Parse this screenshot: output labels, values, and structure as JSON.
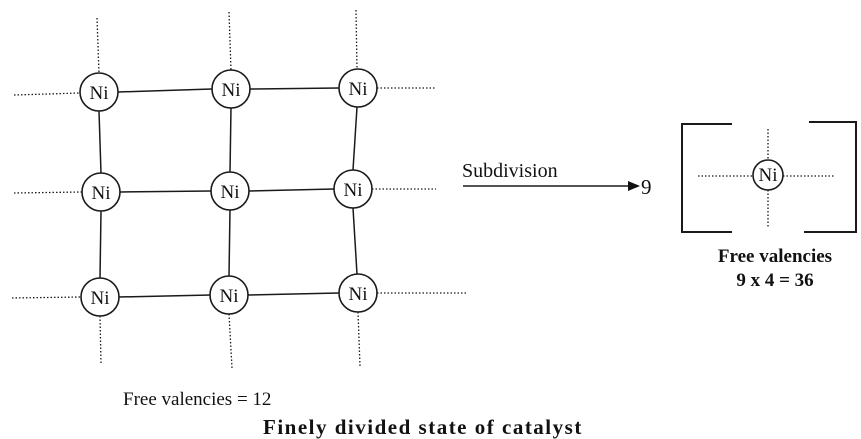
{
  "diagram": {
    "atom_label": "Ni",
    "arrow_label": "Subdivision",
    "multiplier": "9",
    "left_caption": "Free valencies = 12",
    "right_caption_line1": "Free valencies",
    "right_caption_line2": "9 x 4 = 36",
    "title": "Finely divided state of catalyst",
    "grid": {
      "rows": 3,
      "cols": 3
    },
    "colors": {
      "ink": "#111111",
      "background": "#ffffff"
    }
  }
}
